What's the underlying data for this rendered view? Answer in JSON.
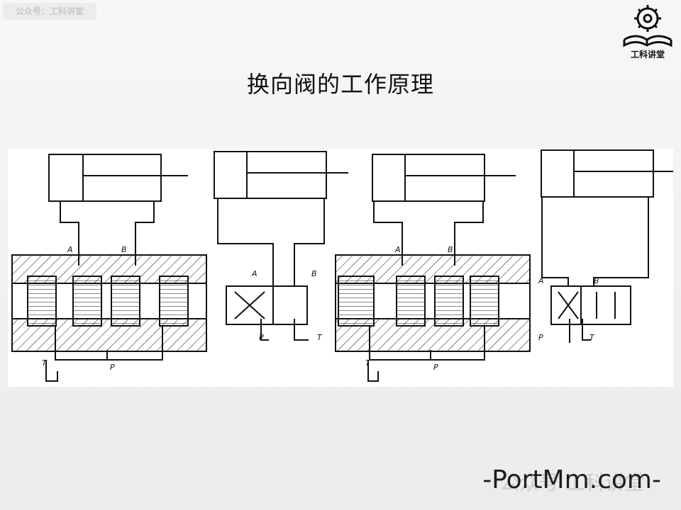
{
  "top_badge": "公众号：工科讲堂",
  "logo": {
    "text": "工科讲堂"
  },
  "title": "换向阀的工作原理",
  "labels": {
    "a": "A",
    "b": "B",
    "p": "P",
    "t": "T"
  },
  "watermark": {
    "main": "-PortMm.com-",
    "ghost": "公众号 工科讲堂"
  }
}
